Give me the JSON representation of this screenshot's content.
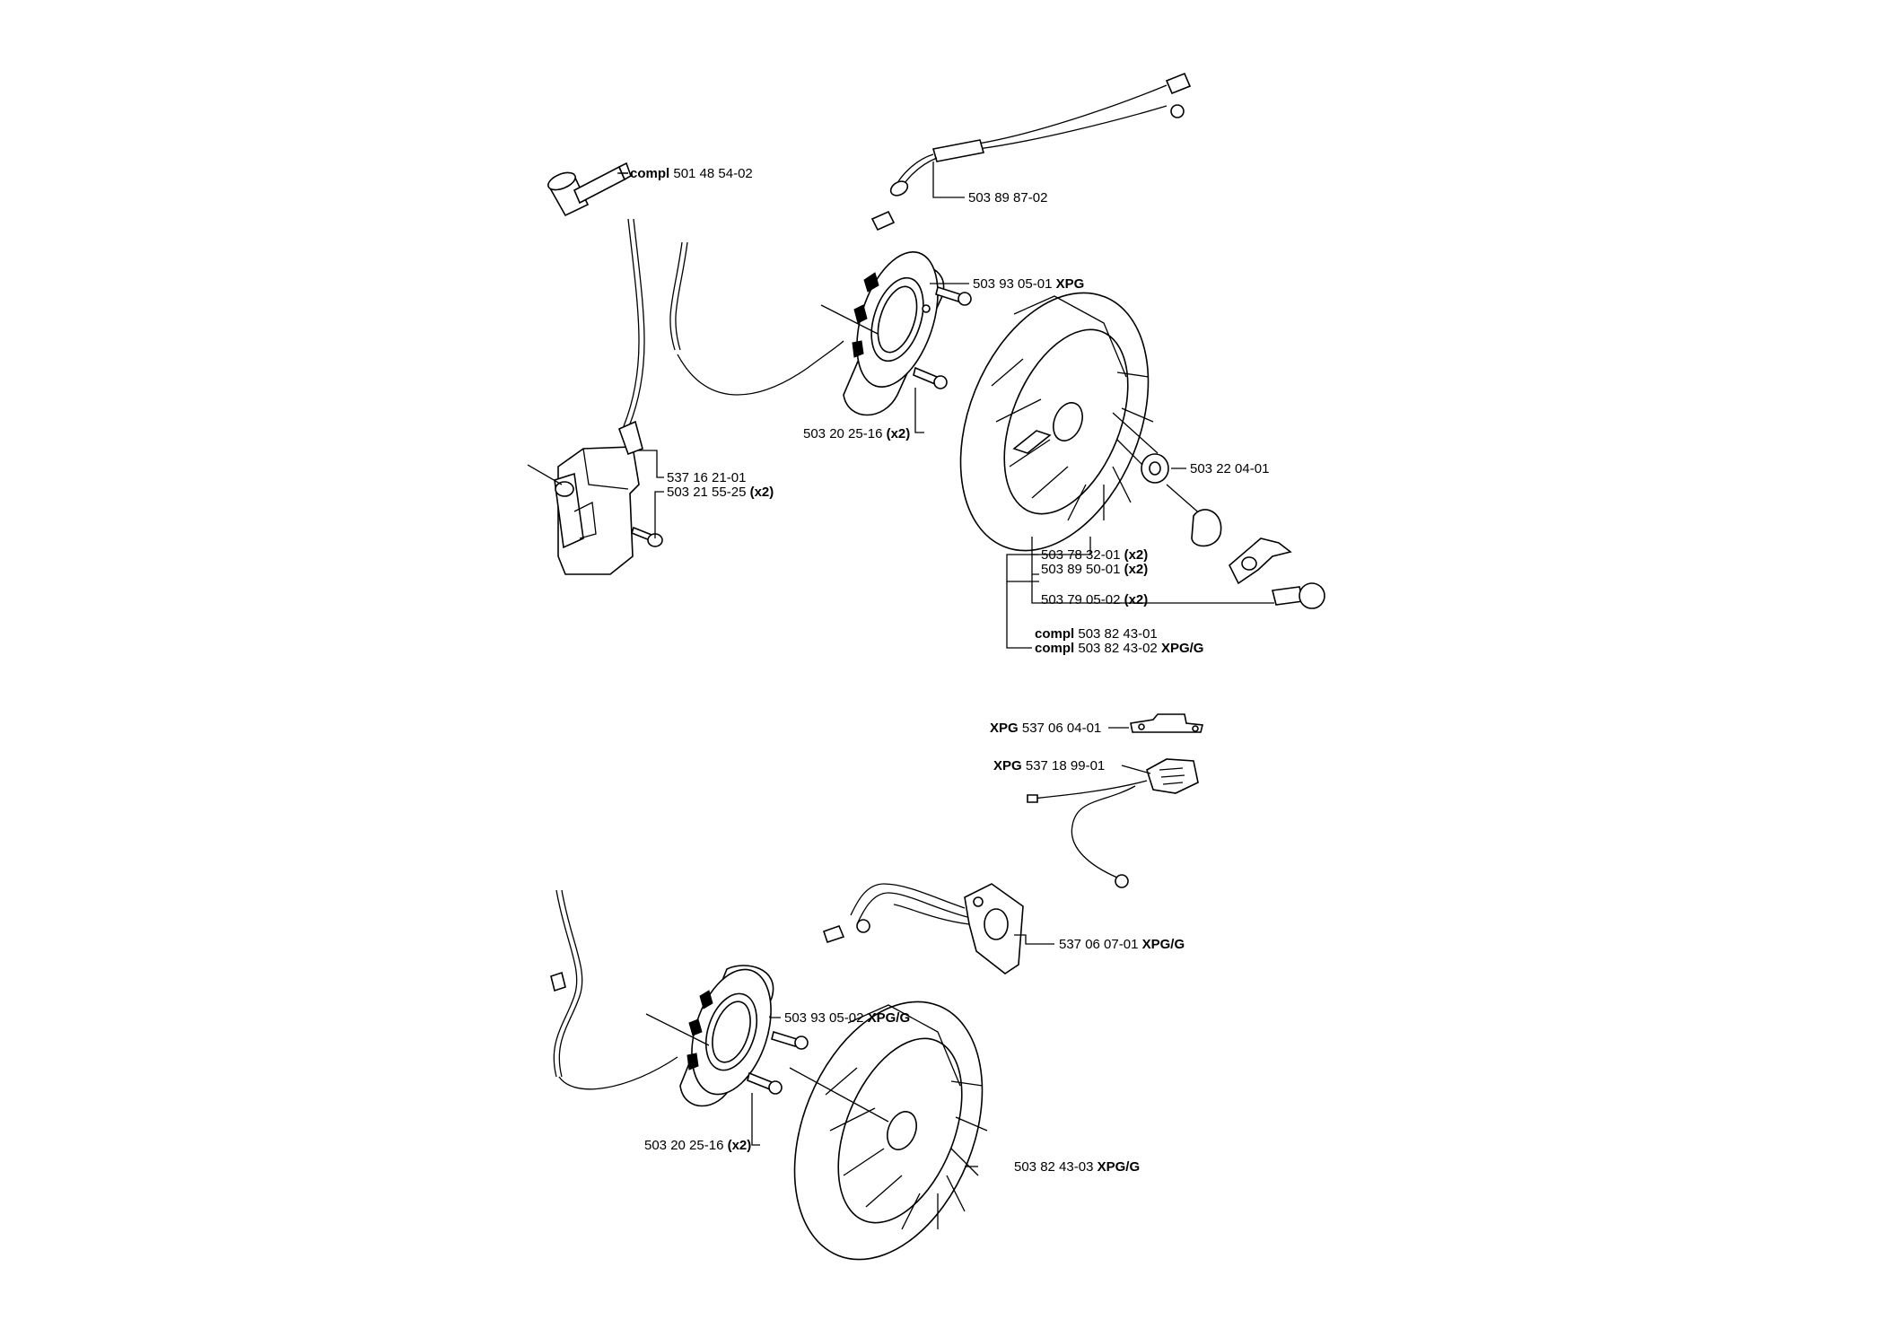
{
  "labels": {
    "spark_cap": {
      "prefix": "compl",
      "num": "501 48 54-02",
      "suffix": ""
    },
    "wire_harness": {
      "prefix": "",
      "num": "503 89 87-02",
      "suffix": ""
    },
    "coil_top": {
      "prefix": "",
      "num": "503 93 05-01",
      "suffix": "XPG"
    },
    "screw_top": {
      "prefix": "",
      "num": "503 20 25-16",
      "suffix": "(x2)"
    },
    "module": {
      "prefix": "",
      "num": "537 16 21-01",
      "suffix": ""
    },
    "module_screw": {
      "prefix": "",
      "num": "503 21 55-25",
      "suffix": "(x2)"
    },
    "nut": {
      "prefix": "",
      "num": "503 22 04-01",
      "suffix": ""
    },
    "spring": {
      "prefix": "",
      "num": "503 78 32-01",
      "suffix": "(x2)"
    },
    "pawl": {
      "prefix": "",
      "num": "503 89 50-01",
      "suffix": "(x2)"
    },
    "pin": {
      "prefix": "",
      "num": "503 79 05-02",
      "suffix": "(x2)"
    },
    "flywheel_compl_1": {
      "prefix": "compl",
      "num": "503 82 43-01",
      "suffix": ""
    },
    "flywheel_compl_2": {
      "prefix": "compl",
      "num": "503 82 43-02",
      "suffix": "XPG/G"
    },
    "bracket": {
      "prefix": "XPG",
      "num": "537 06 04-01",
      "suffix": ""
    },
    "heater_unit": {
      "prefix": "XPG",
      "num": "537 18 99-01",
      "suffix": ""
    },
    "plate": {
      "prefix": "",
      "num": "537 06 07-01",
      "suffix": "XPG/G"
    },
    "coil_bottom": {
      "prefix": "",
      "num": "503 93 05-02",
      "suffix": "XPG/G"
    },
    "screw_bottom": {
      "prefix": "",
      "num": "503 20 25-16",
      "suffix": "(x2)"
    },
    "flywheel_bottom": {
      "prefix": "",
      "num": "503 82 43-03",
      "suffix": "XPG/G"
    }
  }
}
